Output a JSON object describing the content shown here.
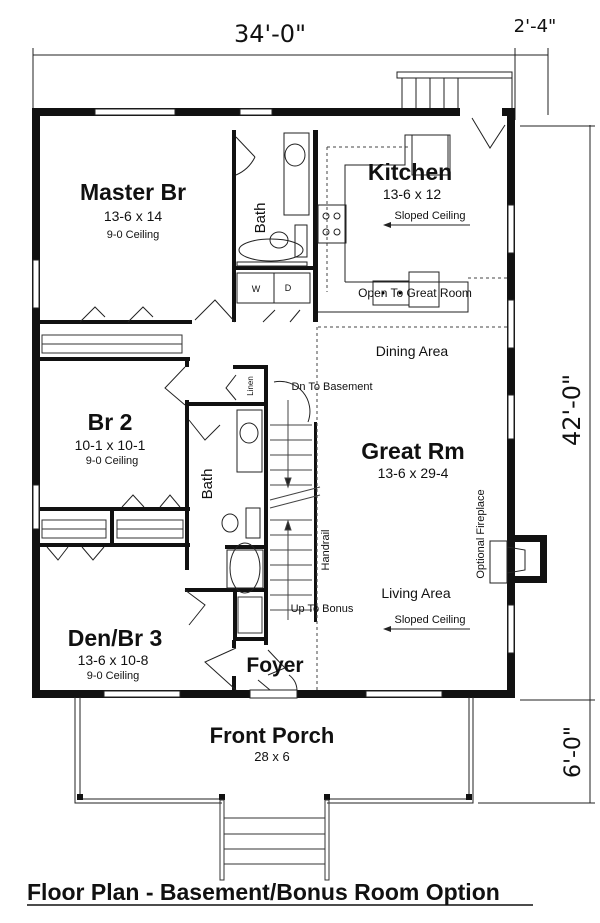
{
  "dimensions": {
    "width": "34'-0\"",
    "deck_offset": "2'-4\"",
    "depth": "42'-0\"",
    "porch_depth": "6'-0\""
  },
  "rooms": {
    "master": {
      "name": "Master Br",
      "size": "13-6 x 14",
      "ceiling": "9-0 Ceiling"
    },
    "master_bath": {
      "name": "Bath"
    },
    "kitchen": {
      "name": "Kitchen",
      "size": "13-6 x 12",
      "note": "Sloped Ceiling"
    },
    "laundry": {
      "washer": "W",
      "dryer": "D"
    },
    "open_to": "Open To Great Room",
    "dining": "Dining Area",
    "stairs_down": "Dn To Basement",
    "linen": "Linen",
    "br2": {
      "name": "Br 2",
      "size": "10-1 x 10-1",
      "ceiling": "9-0 Ceiling"
    },
    "hall_bath": {
      "name": "Bath"
    },
    "great": {
      "name": "Great Rm",
      "size": "13-6 x 29-4"
    },
    "fireplace": "Optional Fireplace",
    "handrail": "Handrail",
    "living": "Living Area",
    "living_note": "Sloped Ceiling",
    "stairs_up": "Up To Bonus",
    "den": {
      "name": "Den/Br 3",
      "size": "13-6 x 10-8",
      "ceiling": "9-0 Ceiling"
    },
    "foyer": "Foyer",
    "porch": {
      "name": "Front Porch",
      "size": "28 x 6"
    }
  },
  "title": "Floor Plan  - Basement/Bonus Room Option"
}
